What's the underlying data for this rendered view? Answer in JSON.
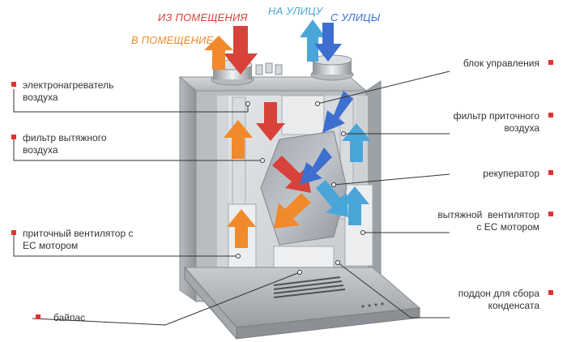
{
  "colors": {
    "exhaust_arrow": "#d8423a",
    "supply_arrow": "#f08a2c",
    "outside_out_arrow": "#4aa6d8",
    "outside_in_arrow": "#3d6fd0",
    "label_marker": "#e3312d",
    "leader_line": "#333333",
    "casing": "#a9adb1"
  },
  "flows": {
    "from_room": "ИЗ ПОМЕЩЕНИЯ",
    "to_room": "В ПОМЕЩЕНИЕ",
    "to_street": "НА УЛИЦУ",
    "from_street": "С УЛИЦЫ"
  },
  "labels": {
    "heater": [
      "электронагреватель",
      "воздуха"
    ],
    "exhaust_filter": [
      "фильтр вытяжного",
      "воздуха"
    ],
    "supply_fan": [
      "приточный вентилятор с",
      "ЕС мотором"
    ],
    "bypass": [
      "байпас"
    ],
    "control_unit": [
      "блок управления"
    ],
    "supply_filter": [
      "фильтр приточного",
      "воздуха"
    ],
    "recuperator": [
      "рекуператор"
    ],
    "exhaust_fan": [
      "вытяжной  вентилятор",
      "с ЕС мотором"
    ],
    "drain_pan": [
      "поддон для сбора",
      "конденсата"
    ]
  }
}
